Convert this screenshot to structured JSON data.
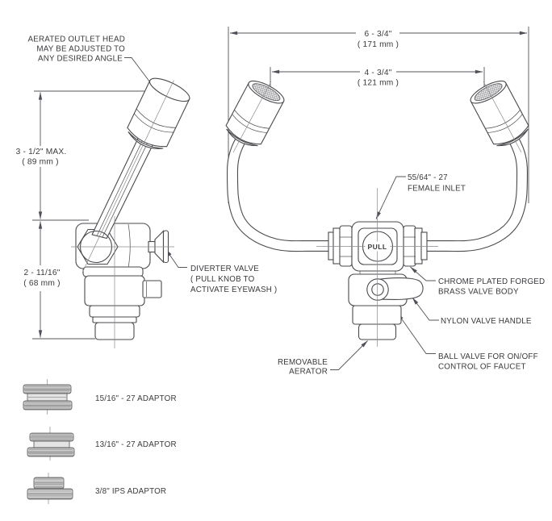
{
  "diagram": {
    "side_view": {
      "head_note": [
        "AERATED OUTLET HEAD",
        "MAY BE ADJUSTED TO",
        "ANY DESIRED ANGLE"
      ],
      "dim_max_height": [
        "3 - 1/2\" MAX.",
        "( 89 mm )"
      ],
      "dim_body_height": [
        "2 - 11/16\"",
        "( 68 mm )"
      ],
      "diverter_note": [
        "DIVERTER VALVE",
        "( PULL KNOB TO",
        "ACTIVATE EYEWASH )"
      ]
    },
    "front_view": {
      "dim_overall_width": [
        "6 - 3/4\"",
        "( 171 mm )"
      ],
      "dim_outlet_spread": [
        "4 - 3/4\"",
        "( 121 mm )"
      ],
      "inlet_note": [
        "55/64\" - 27",
        "FEMALE INLET"
      ],
      "pull_knob_label": "PULL",
      "valve_body_note": [
        "CHROME PLATED FORGED",
        "BRASS VALVE BODY"
      ],
      "handle_note": "NYLON VALVE HANDLE",
      "ball_valve_note": [
        "BALL VALVE FOR ON/OFF",
        "CONTROL OF FAUCET"
      ],
      "aerator_note": [
        "REMOVABLE",
        "AERATOR"
      ]
    },
    "adaptors": [
      {
        "label": "15/16\" - 27 ADAPTOR"
      },
      {
        "label": "13/16\" - 27 ADAPTOR"
      },
      {
        "label": "3/8\" IPS ADAPTOR"
      }
    ],
    "colors": {
      "background": "#ffffff",
      "line": "#4a4a4e",
      "dimension_line": "#55555a",
      "centerline": "#8a8a8e",
      "text": "#3a3a3e",
      "metal_fill": "#c4c4c4"
    }
  }
}
